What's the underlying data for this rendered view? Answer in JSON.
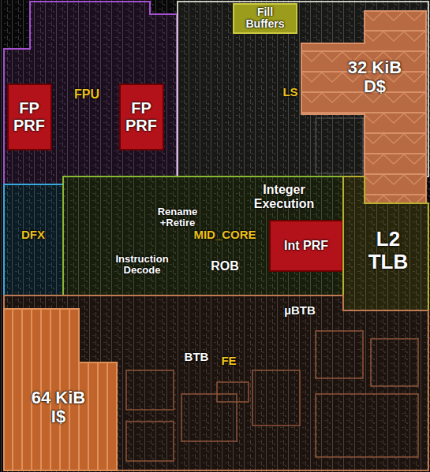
{
  "diagram": {
    "nodes": [
      {
        "text": [
          "FPU"
        ]
      },
      {
        "text": [
          "FP PRF"
        ],
        "in": 0
      },
      {
        "text": [
          "FP PRF"
        ],
        "in": 0
      },
      {
        "text": [
          "LS"
        ]
      },
      {
        "text": [
          "Fill Buffers"
        ],
        "in": 3
      },
      {
        "text": [
          "32 KiB D$"
        ],
        "in": 3
      },
      {
        "text": [
          "DFX"
        ]
      },
      {
        "text": [
          "Integer Execution",
          "Rename +Retire",
          "MID_CORE",
          "Instruction Decode",
          "ROB"
        ]
      },
      {
        "text": [
          "Int PRF"
        ],
        "in": 7
      },
      {
        "text": [
          "L2 TLB"
        ]
      },
      {
        "text": [
          "µBTB",
          "BTB",
          "FE"
        ]
      },
      {
        "text": [
          "64 KiB I$"
        ],
        "in": 10
      }
    ]
  }
}
